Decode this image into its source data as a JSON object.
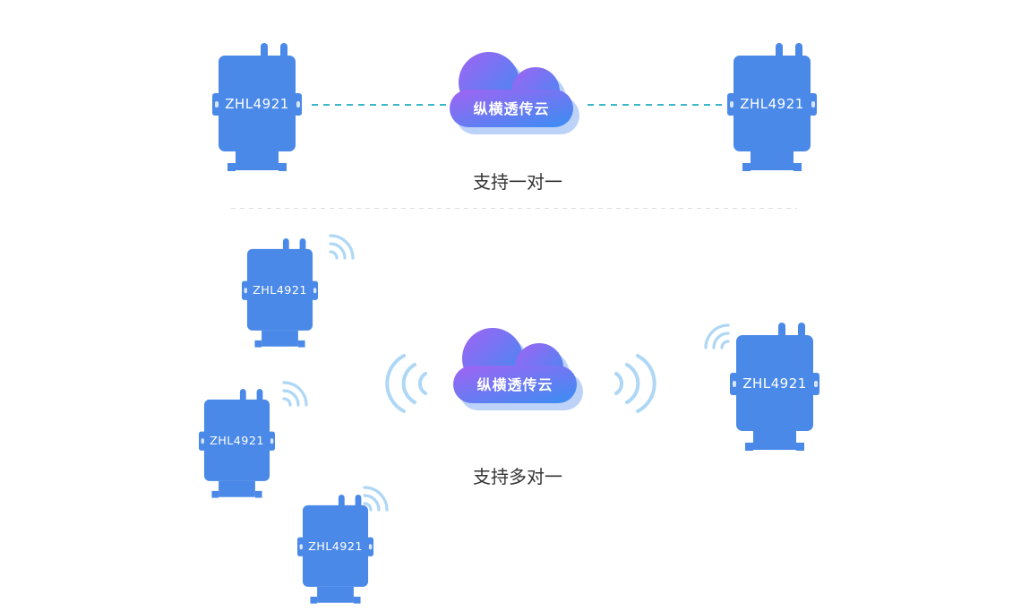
{
  "colors": {
    "device_blue": "#4a89e8",
    "device_label_text": "#ffffff",
    "link_line_teal": "#3ab7c9",
    "wave_blue": "#aed7f6",
    "cloud_gradient_start": "#a163f3",
    "cloud_gradient_end": "#3e8cf2",
    "cloud_shadow": "#bcd2f9",
    "caption_text": "#333333",
    "divider": "#dddddd",
    "background": "#ffffff"
  },
  "sections": {
    "one_to_one": {
      "caption": "支持一对一",
      "cloud_label": "纵横透传云",
      "devices": [
        {
          "label": "ZHL4921"
        },
        {
          "label": "ZHL4921"
        }
      ]
    },
    "many_to_one": {
      "caption": "支持多对一",
      "cloud_label": "纵横透传云",
      "devices": [
        {
          "label": "ZHL4921"
        },
        {
          "label": "ZHL4921"
        },
        {
          "label": "ZHL4921"
        },
        {
          "label": "ZHL4921"
        }
      ]
    }
  }
}
